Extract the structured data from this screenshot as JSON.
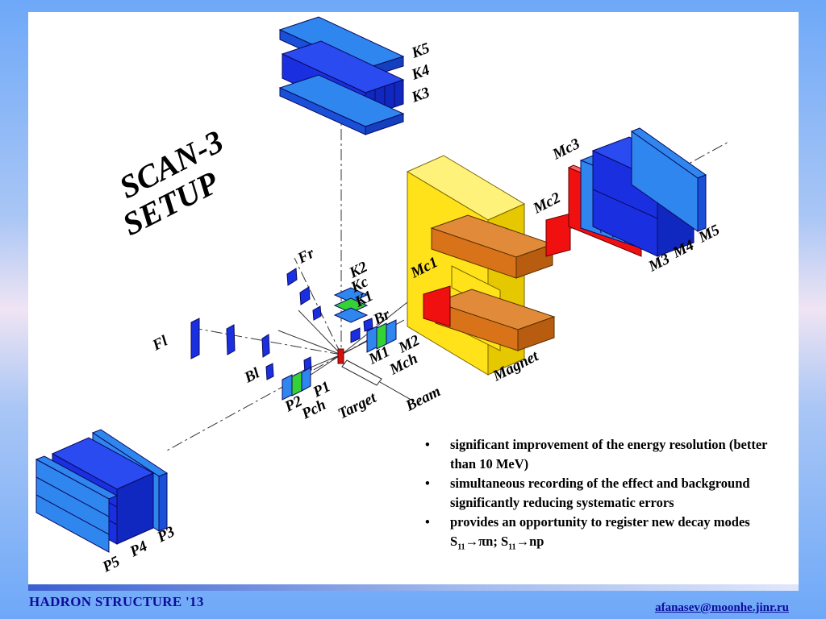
{
  "title": {
    "line1": "SCAN-3",
    "line2": "SETUP"
  },
  "labels": {
    "K5": "K5",
    "K4": "K4",
    "K3": "K3",
    "Mc3": "Mc3",
    "Mc2": "Mc2",
    "Mc1": "Mc1",
    "M3": "M3",
    "M4": "M4",
    "M5": "M5",
    "Magnet": "Magnet",
    "Fr": "Fr",
    "K2": "K2",
    "Kc": "Kc",
    "K1": "K1",
    "Br": "Br",
    "Fl": "Fl",
    "M1": "M1",
    "M2": "M2",
    "Mch": "Mch",
    "Bl": "Bl",
    "P2": "P2",
    "P1": "P1",
    "Pch": "Pch",
    "Target": "Target",
    "Beam": "Beam",
    "P5": "P5",
    "P4": "P4",
    "P3": "P3"
  },
  "bullets": {
    "b1": "significant improvement of the energy resolution (better than 10 MeV)",
    "b2": "simultaneous recording of the effect and background significantly reducing systematic errors",
    "b3_pre": "provides an opportunity to register  new decay modes  S",
    "b3_sub1": "11",
    "b3_mid": "→πn; S",
    "b3_sub2": "11",
    "b3_post": "→np"
  },
  "footer": {
    "left": "HADRON STRUCTURE '13",
    "right": "afanasev@moonhe.jinr.ru"
  },
  "colors": {
    "blue": "#1a3cf0",
    "light_blue": "#2f86ee",
    "yellow": "#ffe21a",
    "orange": "#d8731a",
    "red": "#f01010",
    "green": "#34d234"
  }
}
